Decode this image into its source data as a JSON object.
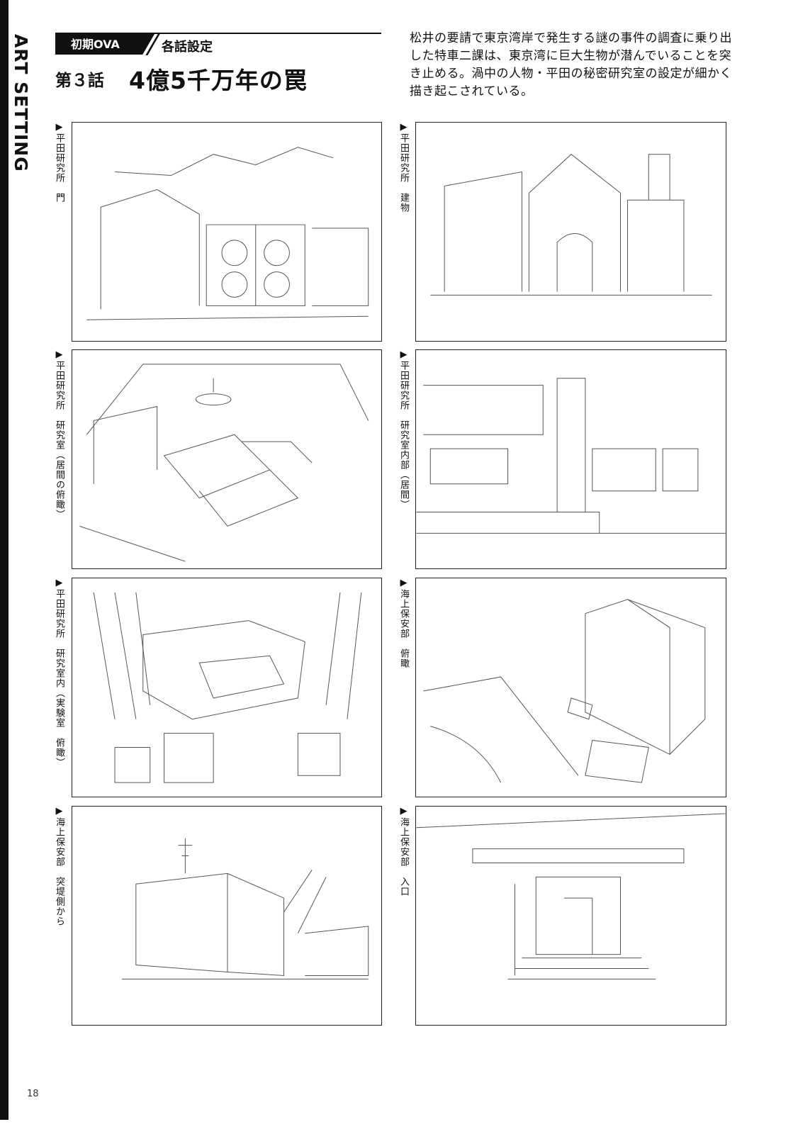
{
  "side_tab": {
    "label": "ART SETTING"
  },
  "header": {
    "badge": "初期OVA",
    "section": "各話設定",
    "episode_number": "第３話",
    "episode_title": "4億5千万年の罠"
  },
  "summary": "松井の要請で東京湾岸で発生する謎の事件の調査に乗り出した特車二課は、東京湾に巨大生物が潜んでいることを突き止める。渦中の人物・平田の秘密研究室の設定が細かく描き起こされている。",
  "panels": [
    {
      "caption": "▶平田研究所　門"
    },
    {
      "caption": "▶平田研究所　建物"
    },
    {
      "caption": "▶平田研究所　研究室（居間の俯瞰）"
    },
    {
      "caption": "▶平田研究所　研究室内部（居間）"
    },
    {
      "caption": "▶平田研究所　研究室内（実験室　俯瞰）"
    },
    {
      "caption": "▶海上保安部　俯瞰"
    },
    {
      "caption": "▶海上保安部　突堤側から"
    },
    {
      "caption": "▶海上保安部　入口"
    }
  ],
  "page_number": "18"
}
